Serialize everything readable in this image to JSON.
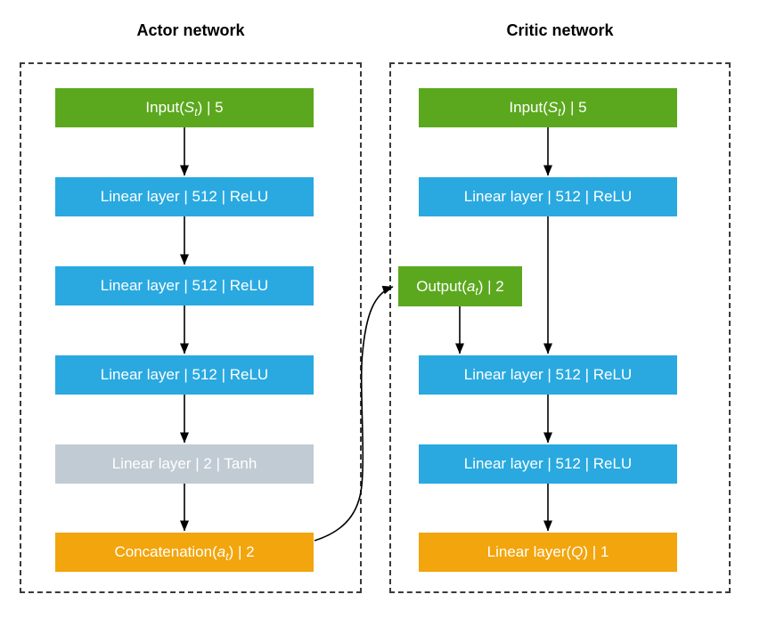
{
  "colors": {
    "green": "#5BA81E",
    "blue": "#29A9E0",
    "gray": "#C1CBD4",
    "orange": "#F2A50C",
    "arrow": "#000000",
    "container_border": "#3a3a3a",
    "title_text": "#000000",
    "node_text": "#ffffff"
  },
  "actor": {
    "title": "Actor network",
    "nodes": [
      {
        "name": "input",
        "pre": "Input(",
        "it": "S",
        "sub": "t",
        "post": ") | 5"
      },
      {
        "name": "linear-1",
        "pre": "Linear layer | 512 | ReLU"
      },
      {
        "name": "linear-2",
        "pre": "Linear layer | 512 | ReLU"
      },
      {
        "name": "linear-3",
        "pre": "Linear layer | 512 | ReLU"
      },
      {
        "name": "linear-tanh",
        "pre": "Linear layer | 2 | Tanh"
      },
      {
        "name": "concatenation",
        "pre": "Concatenation(",
        "it": "a",
        "sub": "t",
        "post": ") | 2"
      }
    ]
  },
  "critic": {
    "title": "Critic network",
    "nodes": [
      {
        "name": "input",
        "pre": "Input(",
        "it": "S",
        "sub": "t",
        "post": ") | 5"
      },
      {
        "name": "linear-1",
        "pre": "Linear layer | 512 | ReLU"
      },
      {
        "name": "output-action",
        "pre": "Output(",
        "it": "a",
        "sub": "t",
        "post": ") | 2"
      },
      {
        "name": "linear-2",
        "pre": "Linear layer | 512 | ReLU"
      },
      {
        "name": "linear-3",
        "pre": "Linear layer | 512 | ReLU"
      },
      {
        "name": "linear-q",
        "pre": "Linear layer(",
        "it": "Q",
        "post": ") | 1"
      }
    ]
  }
}
